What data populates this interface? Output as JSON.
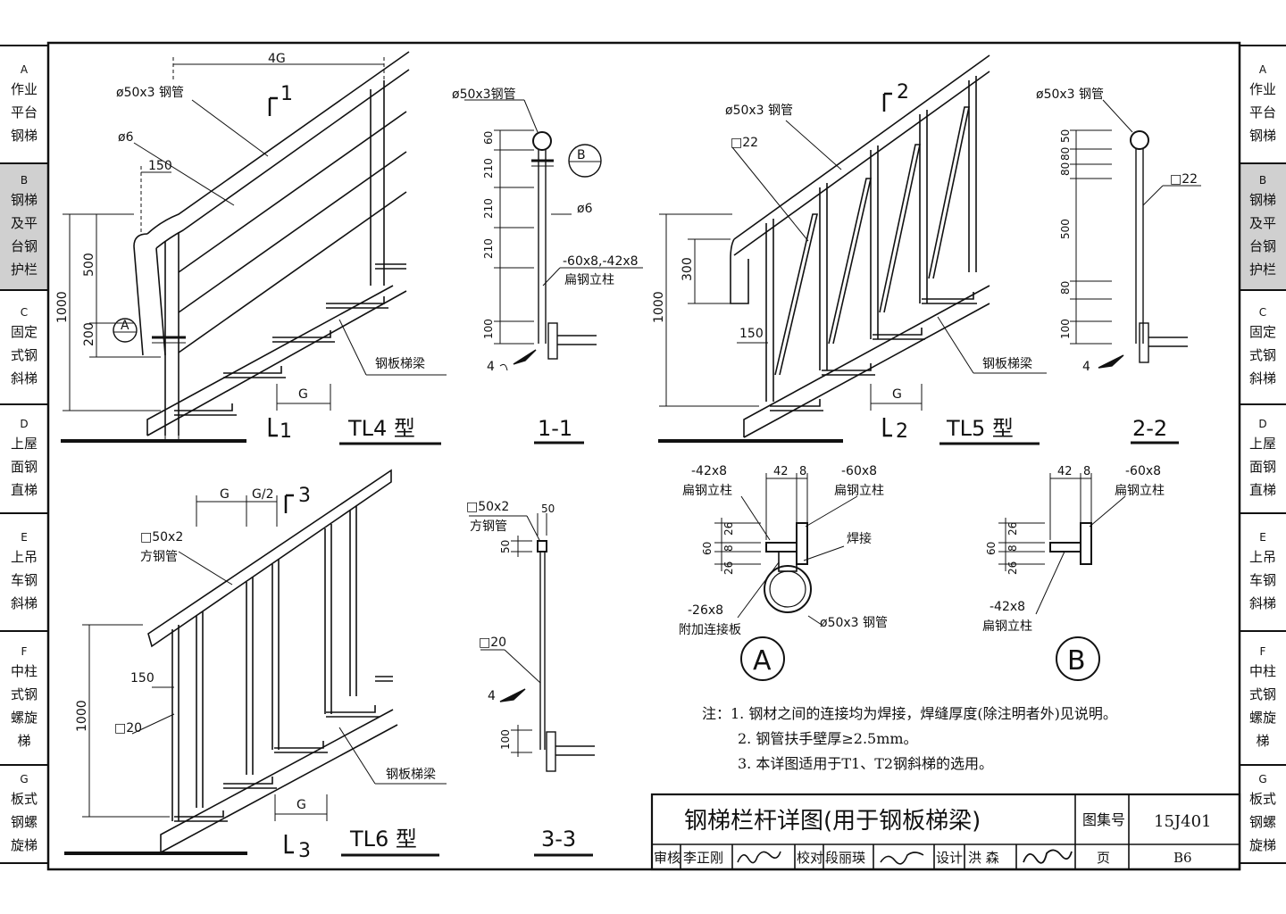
{
  "tabs_left": [
    {
      "code": "A",
      "lines": [
        "作业",
        "平台",
        "钢梯"
      ],
      "active": false
    },
    {
      "code": "B",
      "lines": [
        "钢梯",
        "及平",
        "台钢",
        "护栏"
      ],
      "active": true
    },
    {
      "code": "C",
      "lines": [
        "固定",
        "式钢",
        "斜梯"
      ],
      "active": false
    },
    {
      "code": "D",
      "lines": [
        "上屋",
        "面钢",
        "直梯"
      ],
      "active": false
    },
    {
      "code": "E",
      "lines": [
        "上吊",
        "车钢",
        "斜梯"
      ],
      "active": false
    },
    {
      "code": "F",
      "lines": [
        "中柱",
        "式钢",
        "螺旋",
        "梯"
      ],
      "active": false
    },
    {
      "code": "G",
      "lines": [
        "板式",
        "钢螺",
        "旋梯"
      ],
      "active": false
    }
  ],
  "tl4": {
    "dim_top": "4G",
    "tube": "ø50x3 钢管",
    "rod": "ø6",
    "d150": "150",
    "d500": "500",
    "d200": "200",
    "d1000": "1000",
    "mark_A": "A",
    "beam": "钢板梯梁",
    "dim_g": "G",
    "label": "TL4 型",
    "cut_top": "1",
    "cut_bottom": "1"
  },
  "s11": {
    "tube": "ø50x3钢管",
    "d60": "60",
    "d210a": "210",
    "d210b": "210",
    "d210c": "210",
    "d100": "100",
    "rod": "ø6",
    "post": "-60x8,-42x8",
    "post2": "扁钢立柱",
    "weld": "4",
    "mark_B": "B",
    "label": "1-1"
  },
  "tl5": {
    "tube": "ø50x3 钢管",
    "sq": "□22",
    "d300": "300",
    "d1000": "1000",
    "d150": "150",
    "beam": "钢板梯梁",
    "dim_g": "G",
    "label": "TL5 型",
    "cut_top": "2",
    "cut_bottom": "2"
  },
  "s22": {
    "tube": "ø50x3 钢管",
    "sq": "□22",
    "d50": "50",
    "d80a": "80",
    "d80b": "80",
    "d500": "500",
    "d80c": "80",
    "d100": "100",
    "weld": "4",
    "label": "2-2"
  },
  "tl6": {
    "dim_g": "G",
    "dim_g2": "G/2",
    "tube": "□50x2",
    "tube2": "方钢管",
    "d150": "150",
    "d1000": "1000",
    "sq20": "□20",
    "beam": "钢板梯梁",
    "dim_gb": "G",
    "label": "TL6 型",
    "cut_top": "3",
    "cut_bottom": "3"
  },
  "s33": {
    "tube": "□50x2",
    "tube2": "方钢管",
    "d50a": "50",
    "d50b": "50",
    "sq20": "□20",
    "weld": "4",
    "d100": "100",
    "label": "3-3"
  },
  "detailA": {
    "p42": "-42x8",
    "p42b": "扁钢立柱",
    "w42": "42",
    "w8": "8",
    "p60": "-60x8",
    "p60b": "扁钢立柱",
    "d26a": "26",
    "d60": "60",
    "d8": "8",
    "d26b": "26",
    "weld": "焊接",
    "p26": "-26x8",
    "p26b": "附加连接板",
    "tube": "ø50x3 钢管",
    "label": "A"
  },
  "detailB": {
    "w42": "42",
    "w8": "8",
    "p60": "-60x8",
    "p60b": "扁钢立柱",
    "d26a": "26",
    "d60": "60",
    "d8": "8",
    "d26b": "26",
    "p42": "-42x8",
    "p42b": "扁钢立柱",
    "label": "B"
  },
  "notes": [
    "注：1. 钢材之间的连接均为焊接，焊缝厚度(除注明者外)见说明。",
    "2. 钢管扶手壁厚≥2.5mm。",
    "3. 本详图适用于T1、T2钢斜梯的选用。"
  ],
  "title_block": {
    "title": "钢梯栏杆详图(用于钢板梯梁)",
    "atlas_label": "图集号",
    "atlas_no": "15J401",
    "review": "审核",
    "reviewer": "李正刚",
    "check": "校对",
    "checker": "段丽瑛",
    "design": "设计",
    "designer": "洪  森",
    "page_label": "页",
    "page_no": "B6"
  }
}
